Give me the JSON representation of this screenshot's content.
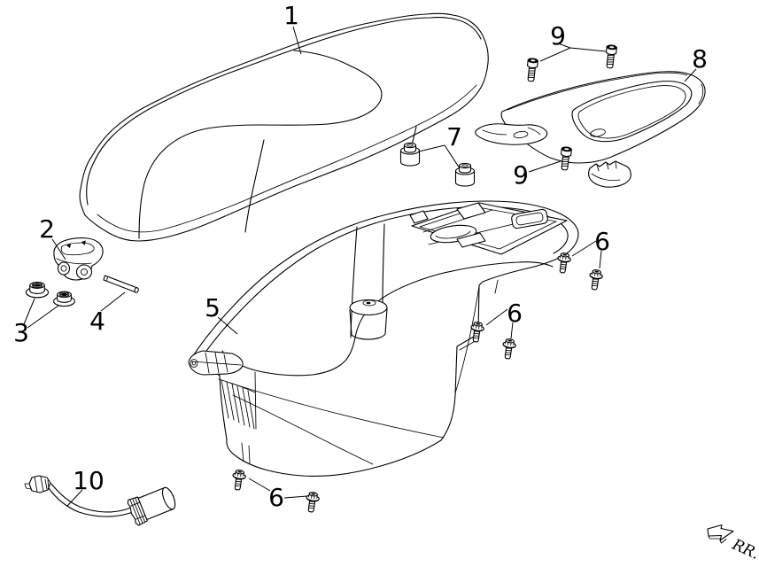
{
  "figure": {
    "type": "exploded-parts-diagram",
    "background": "#ffffff",
    "line_color": "#000000",
    "callouts": {
      "part1": "1",
      "part2": "2",
      "part3": "3",
      "part4": "4",
      "part5": "5",
      "part6_rear": "6",
      "part6_side": "6",
      "part6_bottom": "6",
      "part7": "7",
      "part8": "8",
      "part9_top": "9",
      "part9_mid": "9",
      "part10": "10"
    },
    "rear_marker": {
      "label": "RR."
    }
  }
}
